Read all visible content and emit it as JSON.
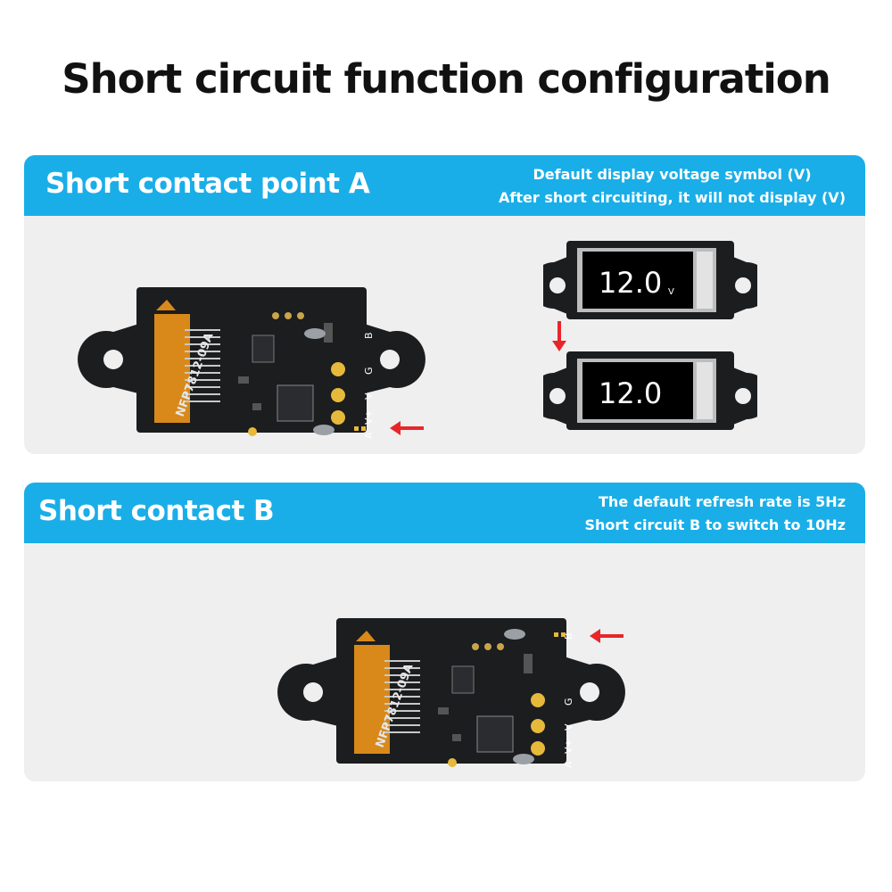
{
  "title": "Short circuit function configuration",
  "section_a": {
    "heading": "Short contact point A",
    "note_line1": "Default display voltage symbol (V)",
    "note_line2": "After short circuiting, it will not display (V)",
    "board_label": "NFP7812-09A",
    "pad_labels": [
      "B",
      "G",
      "V",
      "V+",
      "A"
    ],
    "display_before_value": "12.0",
    "display_before_unit": "V",
    "display_after_value": "12.0"
  },
  "section_b": {
    "heading": "Short contact B",
    "note_line1": "The default refresh rate is 5Hz",
    "note_line2": "Short circuit B to switch to 10Hz",
    "board_label": "NFP7812-09A",
    "pad_labels": [
      "B",
      "G",
      "V",
      "V+",
      "A"
    ]
  },
  "colors": {
    "accent": "#1aaee8",
    "arrow": "#e8262a",
    "board": "#1b1d1f",
    "flex": "#d8891a",
    "pad": "#e6b93a"
  }
}
